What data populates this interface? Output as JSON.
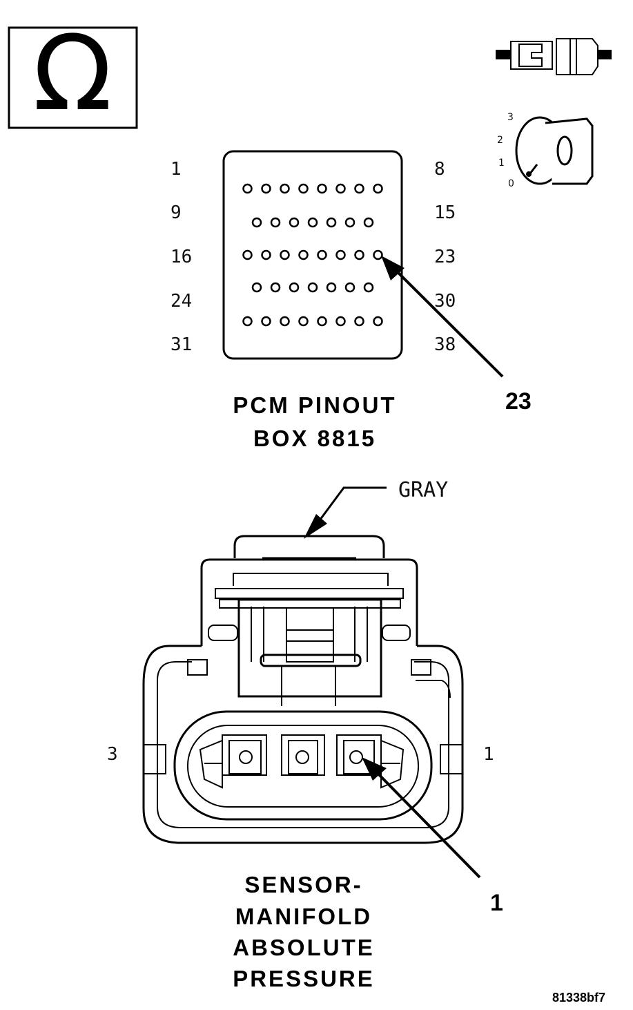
{
  "meter": {
    "symbol": "Ω"
  },
  "ignition": {
    "positions": [
      "3",
      "2",
      "1",
      "0"
    ]
  },
  "pcm": {
    "row_labels_left": [
      "1",
      "9",
      "16",
      "24",
      "31"
    ],
    "row_labels_right": [
      "8",
      "15",
      "23",
      "30",
      "38"
    ],
    "pin_counts": [
      8,
      7,
      8,
      7,
      8
    ],
    "callout": "23",
    "caption": [
      "PCM PINOUT",
      "BOX 8815"
    ]
  },
  "connector": {
    "wire_color": "GRAY",
    "left_pin_label": "3",
    "right_pin_label": "1",
    "callout": "1",
    "caption": [
      "SENSOR-",
      "MANIFOLD",
      "ABSOLUTE",
      "PRESSURE"
    ]
  },
  "figure_code": "81338bf7"
}
